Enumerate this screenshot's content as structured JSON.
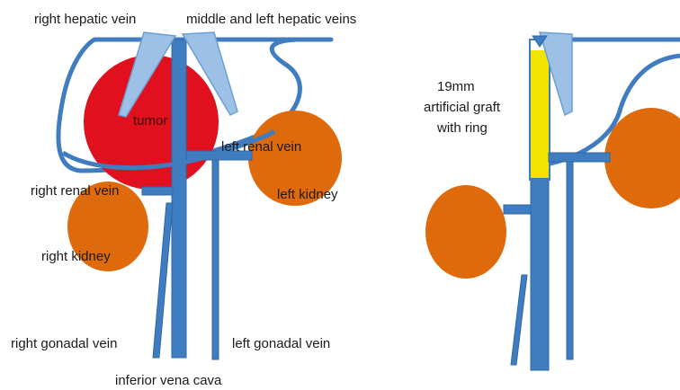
{
  "labels": {
    "right_hepatic_vein": "right hepatic vein",
    "middle_left_hepatic_veins": "middle and left hepatic veins",
    "tumor": "tumor",
    "left_renal_vein": "left renal vein",
    "left_kidney": "left kidney",
    "right_renal_vein": "right renal vein",
    "right_kidney": "right kidney",
    "right_gonadal_vein": "right gonadal vein",
    "left_gonadal_vein": "left gonadal vein",
    "inferior_vena_cava": "inferior vena cava",
    "graft_line1": "19mm",
    "graft_line2": "artificial graft",
    "graft_line3": "with ring"
  },
  "colors": {
    "vein": "#3f7cc0",
    "hepatic_vein": "#9cc0e6",
    "kidney": "#de6a0b",
    "tumor": "#e0101e",
    "graft": "#f2e400"
  }
}
